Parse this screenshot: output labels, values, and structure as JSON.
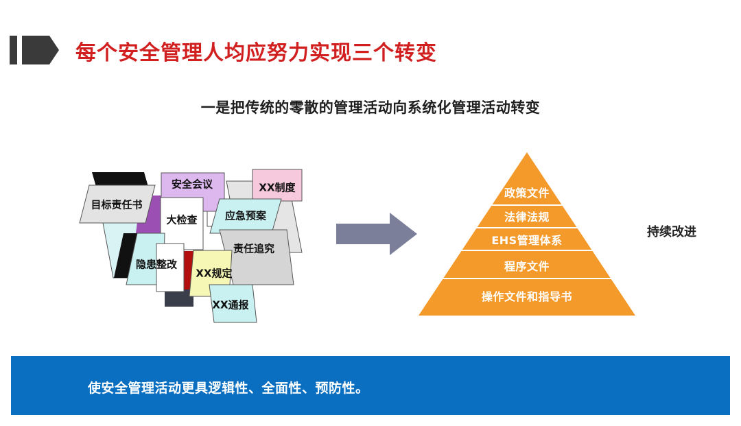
{
  "header": {
    "title": "每个安全管理人均应努力实现三个转变",
    "icon": "section-marker-icon",
    "title_color": "#d11f1f"
  },
  "subtitle": "一是把传统的零散的管理活动向系统化管理活动转变",
  "scattered_cards": [
    {
      "label": "目标责任书"
    },
    {
      "label": "安全会议"
    },
    {
      "label": "XX制度"
    },
    {
      "label": "大检查"
    },
    {
      "label": "应急预案"
    },
    {
      "label": "责任追究"
    },
    {
      "label": "隐患整改"
    },
    {
      "label": "XX规定"
    },
    {
      "label": "XX通报"
    }
  ],
  "arrow": {
    "icon": "right-arrow-icon",
    "color": "#7b7f9a"
  },
  "pyramid": {
    "color": "#f39a2b",
    "levels": [
      {
        "label": "政策文件"
      },
      {
        "label": "法律法规"
      },
      {
        "label": "EHS管理体系"
      },
      {
        "label": "程序文件"
      },
      {
        "label": "操作文件和指导书"
      }
    ]
  },
  "side_note": "持续改进",
  "bottom": {
    "text": "使安全管理活动更具逻辑性、全面性、预防性。",
    "band_color": "#0a6fc0"
  }
}
